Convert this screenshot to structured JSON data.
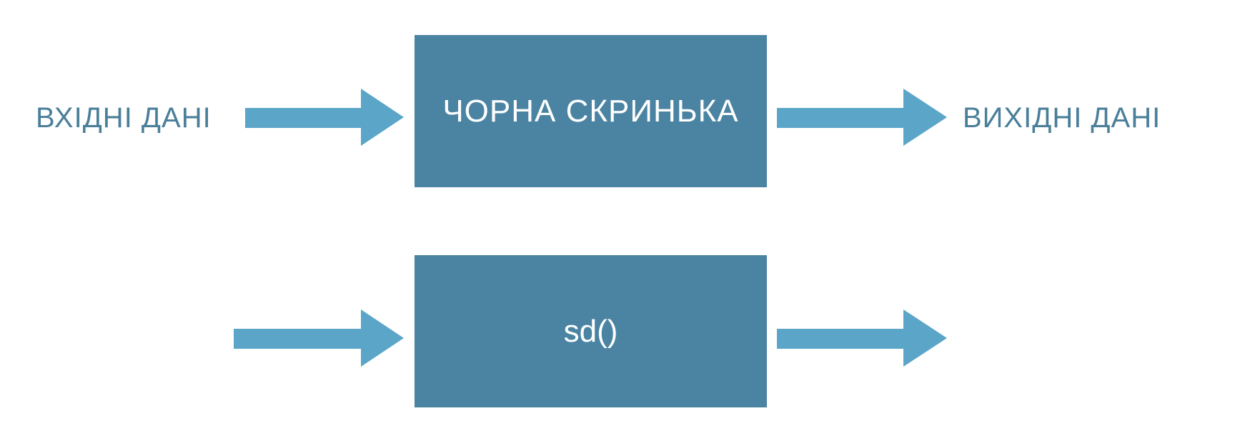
{
  "diagram": {
    "top_row": {
      "input_label": "ВХІДНІ ДАНІ",
      "box_label": "ЧОРНА СКРИНЬКА",
      "output_label": "ВИХІДНІ ДАНІ"
    },
    "bottom_row": {
      "box_label": "sd()"
    },
    "colors": {
      "box": "#4a84a2",
      "arrow": "#5ba6c8",
      "text": "#4a7f99",
      "box_text": "#ffffff"
    }
  }
}
